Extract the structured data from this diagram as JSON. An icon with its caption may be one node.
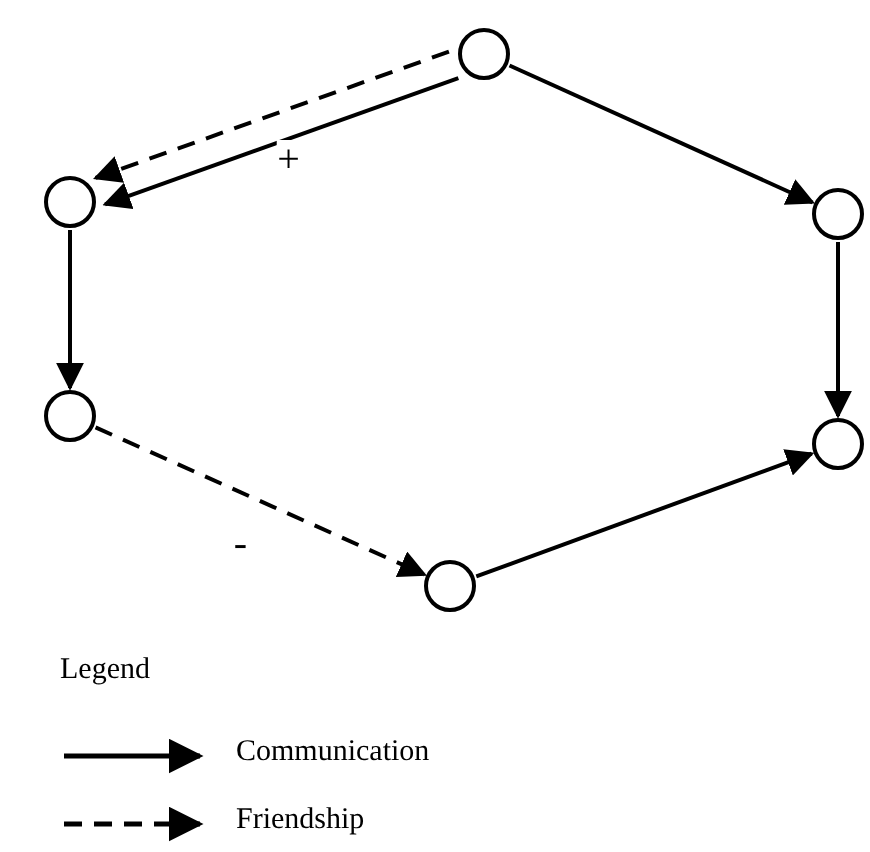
{
  "diagram": {
    "nodes": [
      {
        "text": [],
        "shape": "circle"
      },
      {
        "text": [],
        "shape": "circle"
      },
      {
        "text": [],
        "shape": "circle"
      },
      {
        "text": [],
        "shape": "circle"
      },
      {
        "text": [],
        "shape": "circle"
      },
      {
        "text": [],
        "shape": "circle"
      }
    ],
    "edges": [
      {
        "from": 0,
        "to": 1,
        "arrow": "to"
      },
      {
        "from": 0,
        "to": 1,
        "arrow": "to",
        "style": "dashed",
        "label": "+"
      },
      {
        "from": 0,
        "to": 2,
        "arrow": "to"
      },
      {
        "from": 1,
        "to": 3,
        "arrow": "to"
      },
      {
        "from": 2,
        "to": 4,
        "arrow": "to"
      },
      {
        "from": 3,
        "to": 5,
        "arrow": "to",
        "style": "dashed",
        "label": "-"
      },
      {
        "from": 5,
        "to": 4,
        "arrow": "to"
      }
    ],
    "labels": [
      "Legend"
    ],
    "legend": [
      {
        "text": "Communication"
      },
      {
        "text": "Friendship"
      }
    ]
  }
}
